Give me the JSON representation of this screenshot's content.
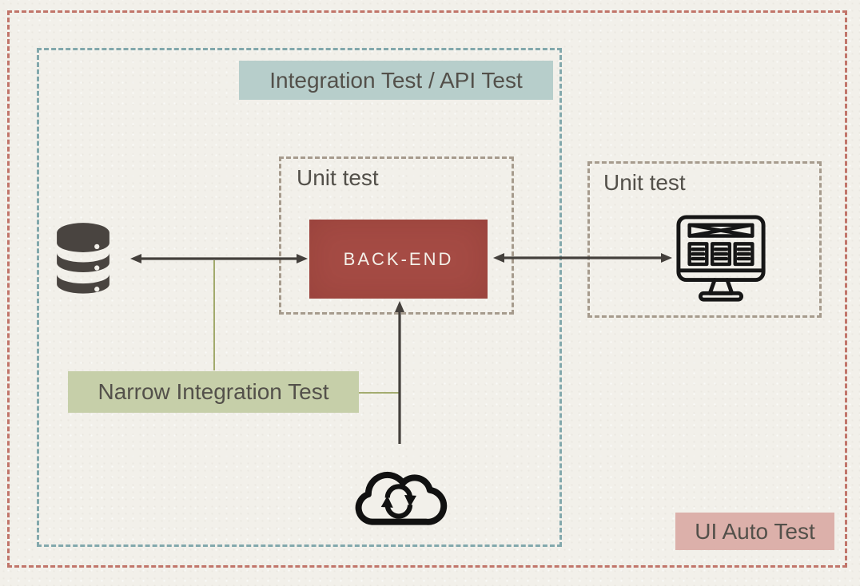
{
  "labels": {
    "integration_api": "Integration Test / API Test",
    "unit_backend": "Unit test",
    "unit_frontend": "Unit test",
    "backend": "BACK-END",
    "narrow_integration": "Narrow Integration Test",
    "ui_auto": "UI Auto Test"
  },
  "icons": {
    "database": "database-icon",
    "frontend_monitor": "monitor-wireframe-icon",
    "cloud_sync": "cloud-sync-icon"
  },
  "colors": {
    "paper": "#f2f0ea",
    "outer_boundary_dash": "#c1756a",
    "integration_boundary_dash": "#82a8ac",
    "unit_boundary_dash": "#a69b8d",
    "backend_fill": "#a54b44",
    "backend_text": "#f4f0e9",
    "integration_label_bg": "#b7cecb",
    "narrow_label_bg": "#c6cfa9",
    "ui_auto_label_bg": "#dcb0aa",
    "label_text": "#53504a",
    "arrow": "#44403c",
    "callout_line": "#98a35e",
    "database_icon": "#494440",
    "line_icon": "#161616"
  },
  "edges": [
    {
      "from": "database",
      "to": "backend",
      "direction": "both"
    },
    {
      "from": "backend",
      "to": "frontend-monitor",
      "direction": "both"
    },
    {
      "from": "cloud-sync",
      "to": "backend",
      "direction": "to"
    },
    {
      "from": "narrow-integration-label",
      "to": "database-backend-arrow",
      "type": "callout"
    },
    {
      "from": "narrow-integration-label",
      "to": "cloud-backend-arrow",
      "type": "callout"
    }
  ]
}
